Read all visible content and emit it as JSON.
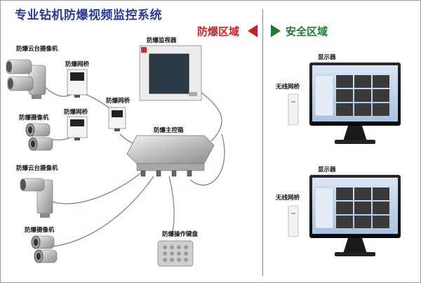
{
  "title": "专业钻机防爆视频监控系统",
  "zones": {
    "hazard": {
      "label": "防爆区域",
      "color": "#d0202a"
    },
    "safe": {
      "label": "安全区域",
      "color": "#1e7a3a"
    }
  },
  "labels": {
    "ptz_camera_1": "防爆云台摄像机",
    "bridge_1": "防爆网桥",
    "monitor": "防爆监视器",
    "bridge_2": "防爆网桥",
    "camera_1": "防爆摄像机",
    "bridge_3": "防爆网桥",
    "main_box": "防爆主控箱",
    "ptz_camera_2": "防爆云台摄像机",
    "camera_2": "防爆摄像机",
    "keyboard": "防爆操作键盘",
    "display_1": "显示器",
    "wireless_1": "无线网桥",
    "display_2": "显示器",
    "wireless_2": "无线网桥"
  }
}
